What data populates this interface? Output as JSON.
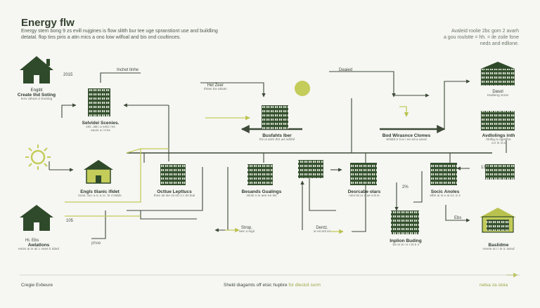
{
  "header": {
    "title": "Energy flw",
    "subtitle_line1": "Energy stern bong 9 zs evill nujgines is flow slitth bur tee uge spranstiont use and buildling",
    "subtitle_line2": "detatal. flop tins piris a atin mics a ono loiw wilfoal and bis ond coultinces.",
    "top_right_line1": "Avaleid roolie 2bc gom 2 avarh",
    "top_right_line2": "a gou roulstte = hh. = ile zoile fone",
    "top_right_line3": "neds and edlione."
  },
  "nodes": {
    "house_top": {
      "title": "Engitit",
      "sub1": "Create thd Soting",
      "sub2": "tenv athasi d Sosting"
    },
    "tower_left": {
      "title": "Selvidei Scenies.",
      "sub1": "iols. atiic a setic ms",
      "sub2": "eacin a i ti ks"
    },
    "house_green": {
      "title": "Engls tlianic ifidet",
      "sub": "lorioi. acc a ic a cc 'ie c'eldds"
    },
    "office": {
      "title": "Octtue Lepttucs",
      "sub": "thee ati sie sii sti ci c tis tiiai"
    },
    "house_bottom": {
      "title": "Awlatlons",
      "sub": "eeiiei ai ie aii c vees ti tdied"
    },
    "center_tower": {
      "title": "Busfahts lber",
      "sub": "hiii oi anhi thrt ad ridhhil"
    },
    "besands": {
      "title": "Besands Gualings",
      "sub": "nilniii n ie aee ee tiis"
    },
    "destriabe": {
      "title": "Desrcabe olars",
      "sub": "nimi tsi io a ae iciii ie"
    },
    "right_top_label": {
      "title": "Bod Wirasnce Clomes",
      "sub": "tehiitd e ti ie i ee ed a aned"
    },
    "inplon": {
      "title": "Inplion Buding",
      "sub": "Se ie ie i e i iiii ti ii"
    },
    "socic": {
      "title": "Socic Anoles",
      "sub": "elfei ai si e ai icc ic ii"
    },
    "r_tower1": {
      "title": "Dasol",
      "sub": "Hadleng Sone"
    },
    "r_tower2": {
      "title": "Avdlolings inth",
      "sub1": "hlofiig is ogistihe",
      "sub2": "a ii ie iii a"
    },
    "r_house": {
      "title": "Baslidme",
      "sub": "meeie ai i i ie ic iwied"
    }
  },
  "annotations": {
    "y2015": "2015",
    "inchet_linhe": "Inchet tinhe",
    "het_zeer_title": "Het Zeer",
    "het_zeer_sub": "thtsei tiw atiaiei",
    "deaied": "Deaied",
    "stroo": "Strop.",
    "stroo_sub": "aeir a eigii",
    "dentz": "Dentz.",
    "dentz_sub": "ie ercoiti iei",
    "pct_13": "13%",
    "pct_z": "2%",
    "v105": "105",
    "ebs": "Ebs",
    "phoe": "phoe",
    "hi_ebs": "Hi. Ebs"
  },
  "footer": {
    "left": "Cregie Evbeure",
    "center_main": "Sheld diagamts off elsic hupbre",
    "center_accent": "for dlecicit surm",
    "right": "netsa za stoia"
  },
  "colors": {
    "dark_green": "#2f4a2a",
    "olive": "#6b8a3a",
    "accent": "#c4cc5a",
    "line": "#3d4a38"
  }
}
